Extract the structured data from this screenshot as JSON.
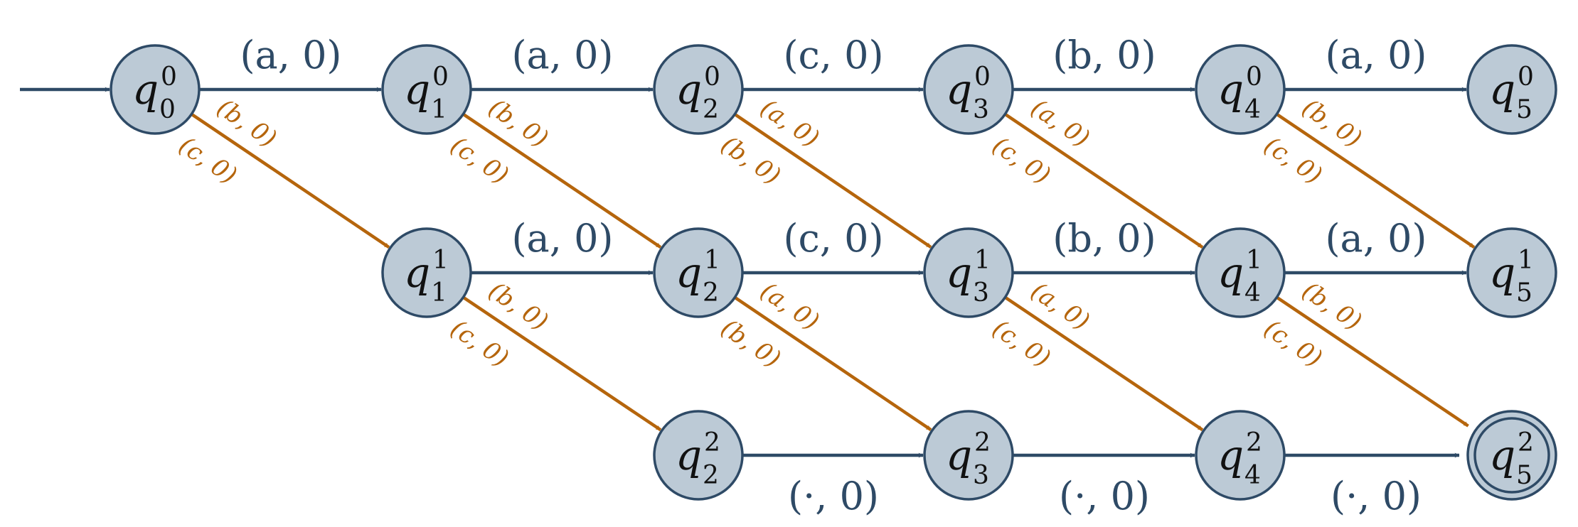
{
  "states": [
    {
      "id": "q0_0",
      "sup": "0",
      "sub": "0",
      "accepting": false,
      "initial": true
    },
    {
      "id": "q1_0",
      "sup": "0",
      "sub": "1",
      "accepting": false
    },
    {
      "id": "q2_0",
      "sup": "0",
      "sub": "2",
      "accepting": false
    },
    {
      "id": "q3_0",
      "sup": "0",
      "sub": "3",
      "accepting": false
    },
    {
      "id": "q4_0",
      "sup": "0",
      "sub": "4",
      "accepting": false
    },
    {
      "id": "q5_0",
      "sup": "0",
      "sub": "5",
      "accepting": false
    },
    {
      "id": "q1_1",
      "sup": "1",
      "sub": "1",
      "accepting": false
    },
    {
      "id": "q2_1",
      "sup": "1",
      "sub": "2",
      "accepting": false
    },
    {
      "id": "q3_1",
      "sup": "1",
      "sub": "3",
      "accepting": false
    },
    {
      "id": "q4_1",
      "sup": "1",
      "sub": "4",
      "accepting": false
    },
    {
      "id": "q5_1",
      "sup": "1",
      "sub": "5",
      "accepting": false
    },
    {
      "id": "q2_2",
      "sup": "2",
      "sub": "2",
      "accepting": false
    },
    {
      "id": "q3_2",
      "sup": "2",
      "sub": "3",
      "accepting": false
    },
    {
      "id": "q4_2",
      "sup": "2",
      "sub": "4",
      "accepting": false
    },
    {
      "id": "q5_2",
      "sup": "2",
      "sub": "5",
      "accepting": true
    }
  ],
  "transitions": [
    {
      "from": "q0_0",
      "to": "q1_0",
      "kind": "horizontal",
      "labels": [
        "(a, 0)"
      ]
    },
    {
      "from": "q1_0",
      "to": "q2_0",
      "kind": "horizontal",
      "labels": [
        "(a, 0)"
      ]
    },
    {
      "from": "q2_0",
      "to": "q3_0",
      "kind": "horizontal",
      "labels": [
        "(c, 0)"
      ]
    },
    {
      "from": "q3_0",
      "to": "q4_0",
      "kind": "horizontal",
      "labels": [
        "(b, 0)"
      ]
    },
    {
      "from": "q4_0",
      "to": "q5_0",
      "kind": "horizontal",
      "labels": [
        "(a, 0)"
      ]
    },
    {
      "from": "q1_1",
      "to": "q2_1",
      "kind": "horizontal",
      "labels": [
        "(a, 0)"
      ]
    },
    {
      "from": "q2_1",
      "to": "q3_1",
      "kind": "horizontal",
      "labels": [
        "(c, 0)"
      ]
    },
    {
      "from": "q3_1",
      "to": "q4_1",
      "kind": "horizontal",
      "labels": [
        "(b, 0)"
      ]
    },
    {
      "from": "q4_1",
      "to": "q5_1",
      "kind": "horizontal",
      "labels": [
        "(a, 0)"
      ]
    },
    {
      "from": "q2_2",
      "to": "q3_2",
      "kind": "horizontal",
      "labels": [
        "(·, 0)"
      ]
    },
    {
      "from": "q3_2",
      "to": "q4_2",
      "kind": "horizontal",
      "labels": [
        "(·, 0)"
      ]
    },
    {
      "from": "q4_2",
      "to": "q5_2",
      "kind": "horizontal",
      "labels": [
        "(·, 0)"
      ]
    },
    {
      "from": "q0_0",
      "to": "q1_1",
      "kind": "diagonal",
      "labels": [
        "(b, 0)",
        "(c, 0)"
      ]
    },
    {
      "from": "q1_0",
      "to": "q2_1",
      "kind": "diagonal",
      "labels": [
        "(b, 0)",
        "(c, 0)"
      ]
    },
    {
      "from": "q2_0",
      "to": "q3_1",
      "kind": "diagonal",
      "labels": [
        "(a, 0)",
        "(b, 0)"
      ]
    },
    {
      "from": "q3_0",
      "to": "q4_1",
      "kind": "diagonal",
      "labels": [
        "(a, 0)",
        "(c, 0)"
      ]
    },
    {
      "from": "q4_0",
      "to": "q5_1",
      "kind": "diagonal",
      "labels": [
        "(b, 0)",
        "(c, 0)"
      ]
    },
    {
      "from": "q1_1",
      "to": "q2_2",
      "kind": "diagonal",
      "labels": [
        "(b, 0)",
        "(c, 0)"
      ]
    },
    {
      "from": "q2_1",
      "to": "q3_2",
      "kind": "diagonal",
      "labels": [
        "(a, 0)",
        "(b, 0)"
      ]
    },
    {
      "from": "q3_1",
      "to": "q4_2",
      "kind": "diagonal",
      "labels": [
        "(a, 0)",
        "(c, 0)"
      ]
    },
    {
      "from": "q4_1",
      "to": "q5_2",
      "kind": "diagonal",
      "labels": [
        "(b, 0)",
        "(c, 0)"
      ]
    }
  ],
  "colors": {
    "state_fill": "#bccad6",
    "state_stroke": "#2e4a66",
    "horizontal_edge": "#2e4a66",
    "diagonal_edge": "#b5650c"
  }
}
